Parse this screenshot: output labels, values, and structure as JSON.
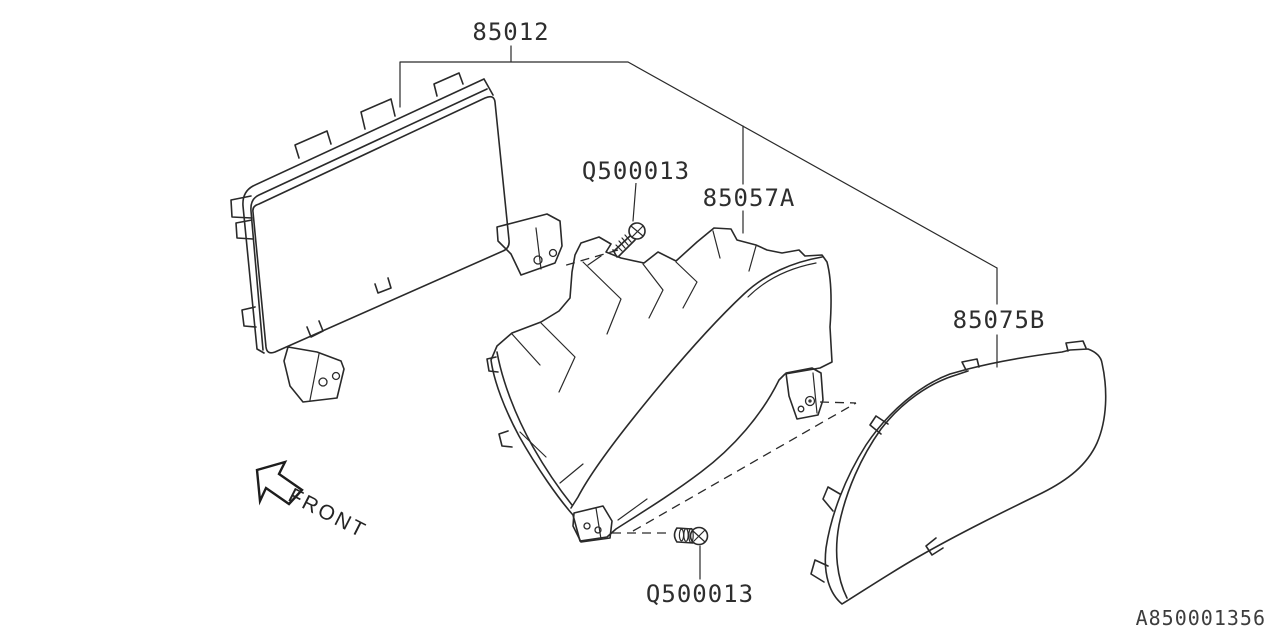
{
  "diagram": {
    "drawing_code": "A850001356",
    "front_arrow_label": "FRONT",
    "labels": {
      "meter_assembly": "85012",
      "case": "85057A",
      "window_lens": "85075B",
      "screw_top": "Q500013",
      "screw_bottom": "Q500013"
    },
    "colors": {
      "background": "#ffffff",
      "line": "#2a2a2a",
      "text": "#2e2e2e"
    },
    "parts_count": 5
  }
}
